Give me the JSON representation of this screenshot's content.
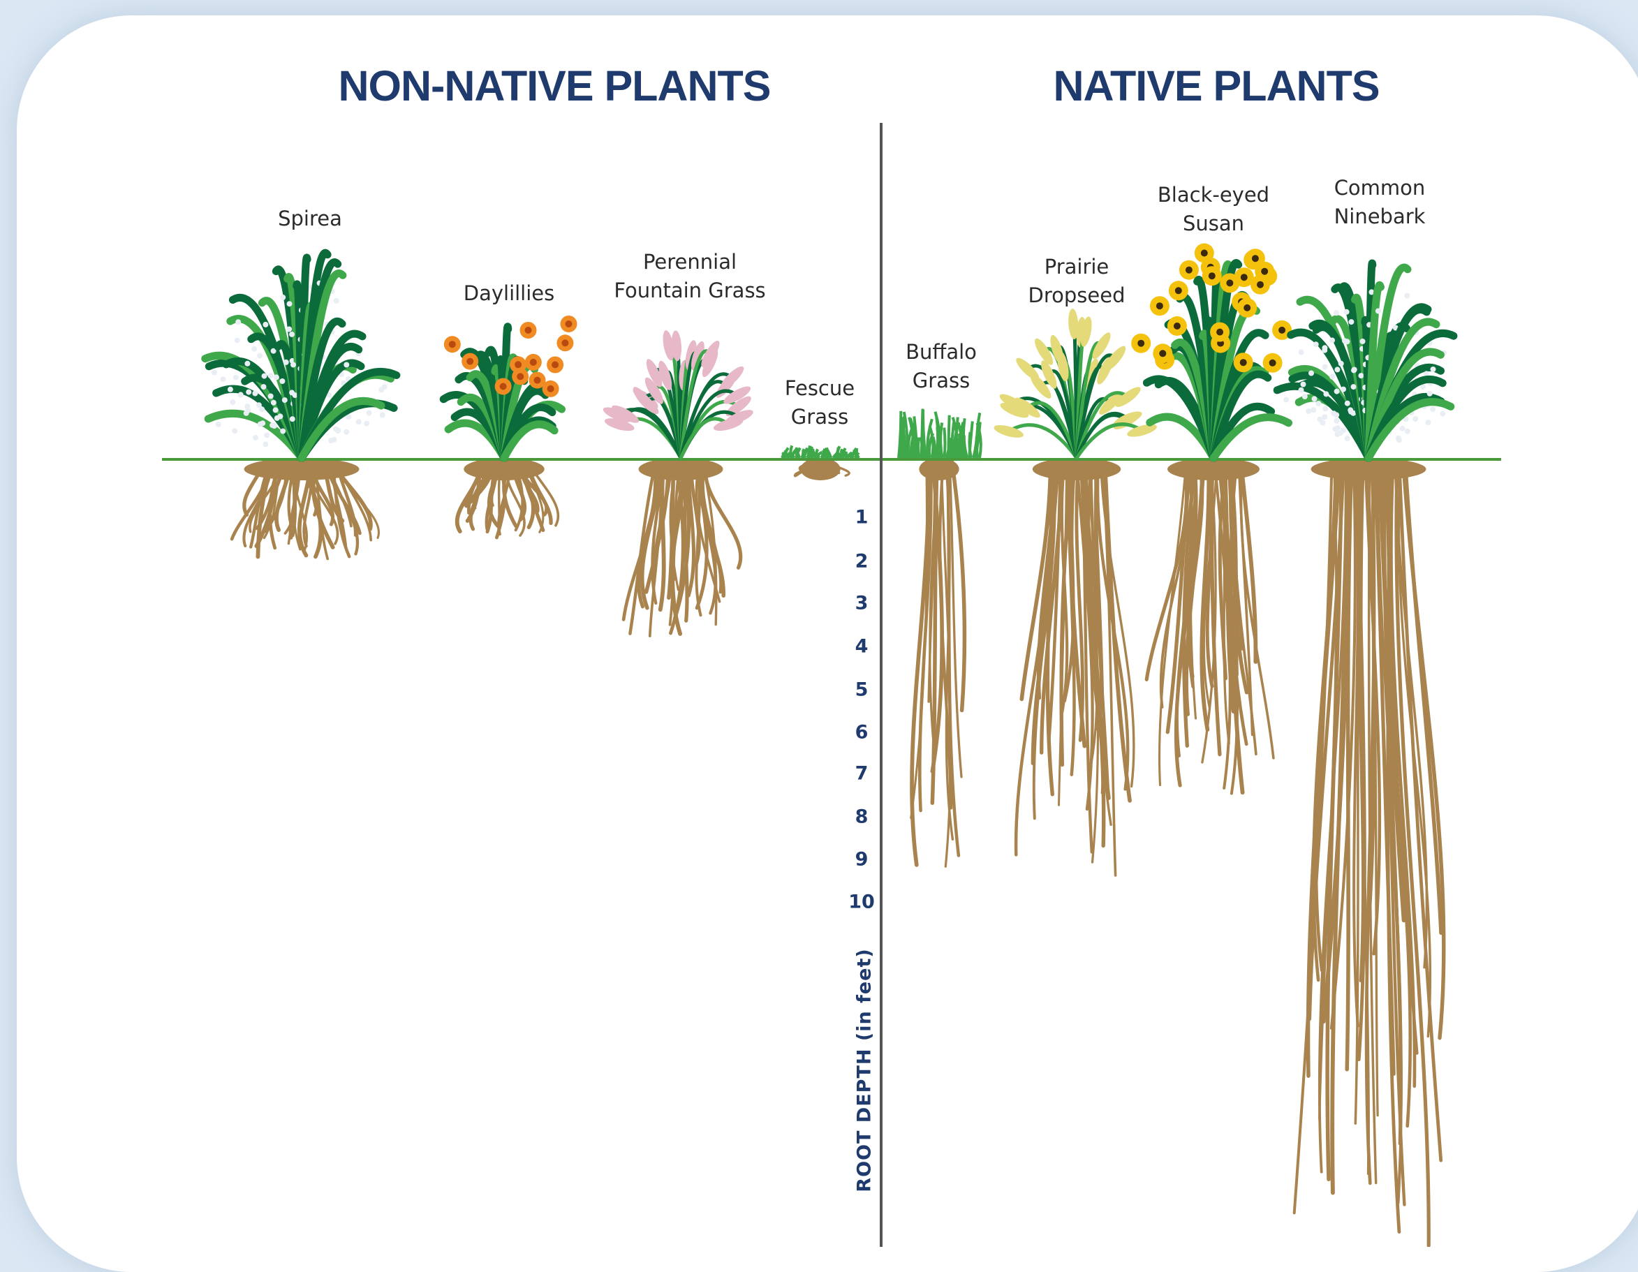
{
  "headings": {
    "non_native": "NON-NATIVE PLANTS",
    "native": "NATIVE PLANTS"
  },
  "axis": {
    "title": "ROOT DEPTH (in feet)",
    "ticks": [
      "1",
      "2",
      "3",
      "4",
      "5",
      "6",
      "7",
      "8",
      "9",
      "10"
    ]
  },
  "plants": [
    {
      "group": "non-native",
      "lines": [
        "Spirea"
      ],
      "foliage": "leafy-shrub",
      "flowers": "white-speckles",
      "root_depth_ft": 2
    },
    {
      "group": "non-native",
      "lines": [
        "Daylillies"
      ],
      "foliage": "strap-leaves",
      "flowers": "orange",
      "root_depth_ft": 1.5
    },
    {
      "group": "non-native",
      "lines": [
        "Perennial",
        "Fountain Grass"
      ],
      "foliage": "grass-clump",
      "flowers": "pink-plumes",
      "root_depth_ft": 3.8
    },
    {
      "group": "non-native",
      "lines": [
        "Fescue",
        "Grass"
      ],
      "foliage": "turf",
      "flowers": "none",
      "root_depth_ft": 0.4
    },
    {
      "group": "native",
      "lines": [
        "Buffalo",
        "Grass"
      ],
      "foliage": "turf",
      "flowers": "none",
      "root_depth_ft": 9.5
    },
    {
      "group": "native",
      "lines": [
        "Prairie",
        "Dropseed"
      ],
      "foliage": "grass-clump",
      "flowers": "yellow-plumes",
      "root_depth_ft": 9.5
    },
    {
      "group": "native",
      "lines": [
        "Black-eyed",
        "Susan"
      ],
      "foliage": "strap-leaves",
      "flowers": "yellow-daisies",
      "root_depth_ft": 7.5
    },
    {
      "group": "native",
      "lines": [
        "Common",
        "Ninebark"
      ],
      "foliage": "leafy-shrub",
      "flowers": "white-speckles",
      "root_depth_ft": 18
    }
  ],
  "colors": {
    "heading": "#1f3a6c",
    "ground_line": "#4a9a3c",
    "root": "#a9834e",
    "leaf_dark": "#0b6b3a",
    "leaf_light": "#3ea84a",
    "divider": "#555555"
  }
}
